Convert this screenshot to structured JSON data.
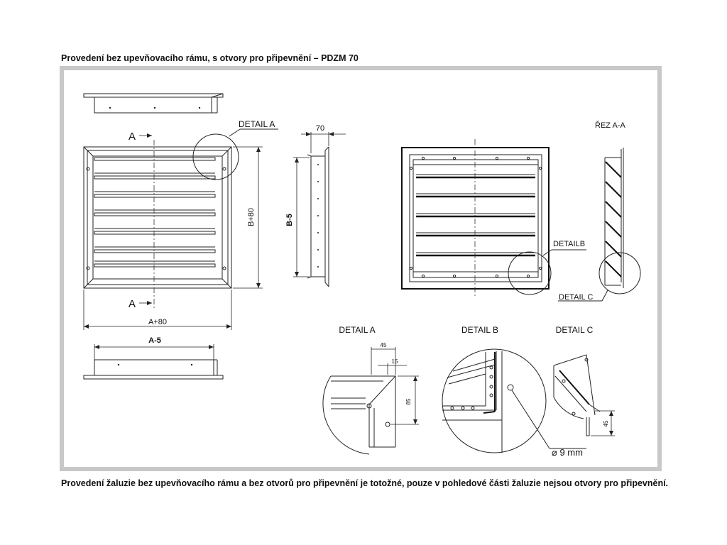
{
  "heading": "Provedení bez upevňovacího rámu, s otvory pro připevnění – PDZM 70",
  "footer_note": "Provedení žaluzie bez upevňovacího rámu a bez otvorů pro připevnění je totožné, pouze v pohledové části žaluzie nejsou otvory pro připevnění.",
  "labels": {
    "section_mark_top": "A",
    "section_mark_bottom": "A",
    "detail_a_callout": "DETAIL A",
    "detail_b_callout": "DETAILB",
    "detail_c_callout": "DETAIL C",
    "section_title": "ŘEZ A-A",
    "detail_a_title": "DETAIL A",
    "detail_b_title": "DETAIL B",
    "detail_c_title": "DETAIL C"
  },
  "dimensions": {
    "width_outer": "A+80",
    "width_inner": "A-5",
    "height_outer": "B+80",
    "height_inner": "B-5",
    "depth": "70",
    "detail_a_45": "45",
    "detail_a_15": "15",
    "detail_a_85": "85",
    "detail_b_hole": "⌀ 9 mm",
    "detail_c_45": "45"
  },
  "colors": {
    "panel_border": "#c8c8c8",
    "line": "#111111"
  }
}
